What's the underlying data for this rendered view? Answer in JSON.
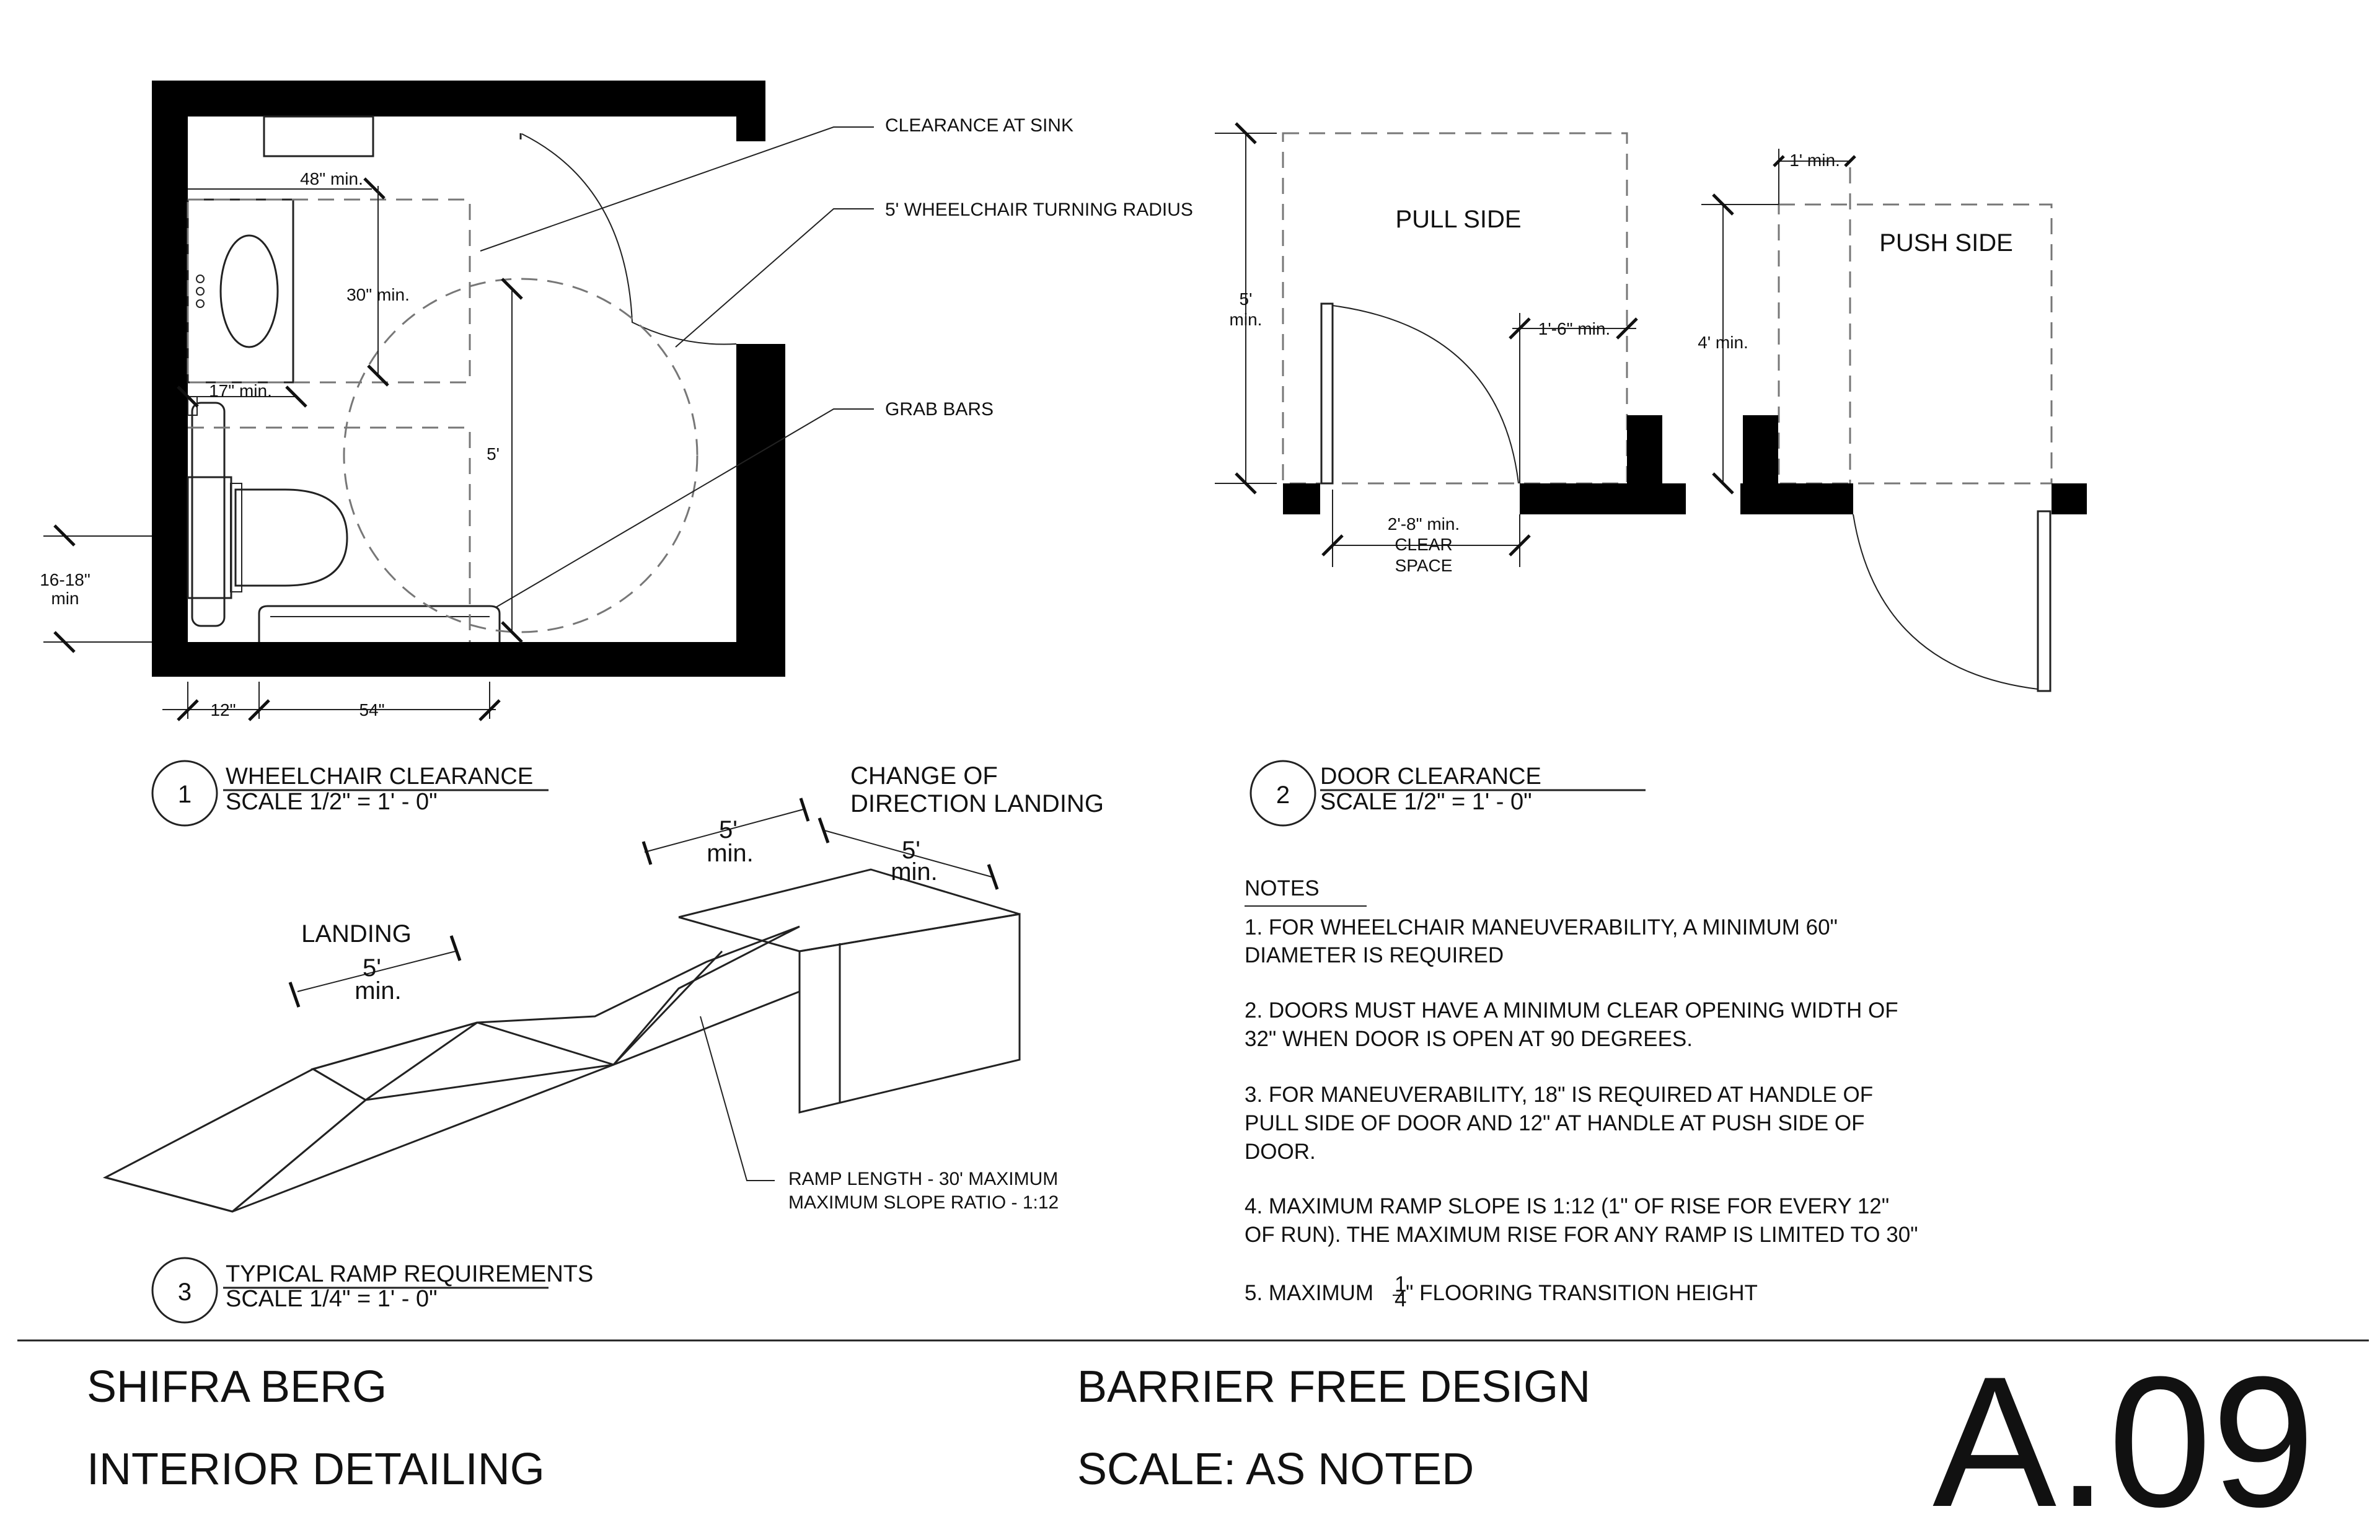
{
  "drawing_title": "BARRIER FREE DESIGN",
  "scale_note": "SCALE: AS NOTED",
  "sheet_number": "A.09",
  "author": "SHIFRA BERG",
  "course": "INTERIOR DETAILING",
  "detail_1": {
    "number": "1",
    "title": "WHEELCHAIR CLEARANCE",
    "scale": "SCALE 1/2\" = 1' - 0\"",
    "callouts": {
      "sink": "CLEARANCE AT SINK",
      "turning": "5' WHEELCHAIR TURNING RADIUS",
      "grab": "GRAB BARS"
    },
    "dims": {
      "w48": "48\" min.",
      "h30": "30\" min.",
      "w17": "17\" min.",
      "five": "5'",
      "side_a": "16-18\"",
      "side_b": "min",
      "b12": "12\"",
      "b54": "54\""
    }
  },
  "detail_2": {
    "number": "2",
    "title": "DOOR CLEARANCE",
    "scale": "SCALE 1/2\" = 1' - 0\"",
    "pull_side": "PULL SIDE",
    "push_side": "PUSH SIDE",
    "dims": {
      "five_a": "5'",
      "five_b": "min.",
      "one_six": "1'-6\" min.",
      "clear_a": "2'-8\" min.",
      "clear_b": "CLEAR",
      "clear_c": "SPACE",
      "four": "4' min.",
      "one": "1' min."
    }
  },
  "detail_3": {
    "number": "3",
    "title": "TYPICAL RAMP REQUIREMENTS",
    "scale": "SCALE 1/4\" = 1' - 0\"",
    "landing": "LANDING",
    "five": "5'",
    "min": "min.",
    "change_a": "CHANGE OF",
    "change_b": "DIRECTION LANDING",
    "ramp_a": "RAMP LENGTH - 30' MAXIMUM",
    "ramp_b": "MAXIMUM SLOPE RATIO - 1:12"
  },
  "notes": {
    "heading": "NOTES",
    "n1a": "1. FOR WHEELCHAIR MANEUVERABILITY, A MINIMUM 60\"",
    "n1b": "DIAMETER IS REQUIRED",
    "n2a": "2. DOORS MUST HAVE A MINIMUM CLEAR OPENING WIDTH OF",
    "n2b": "32\" WHEN DOOR IS OPEN AT 90 DEGREES.",
    "n3a": "3. FOR MANEUVERABILITY, 18\" IS REQUIRED AT HANDLE OF",
    "n3b": "PULL SIDE OF DOOR AND 12\" AT HANDLE AT PUSH SIDE OF",
    "n3c": "DOOR.",
    "n4a": "4. MAXIMUM RAMP SLOPE IS 1:12 (1\" OF RISE FOR EVERY 12\"",
    "n4b": "OF RUN). THE MAXIMUM RISE FOR ANY RAMP IS LIMITED TO 30\"",
    "n5_pre": "5. MAXIMUM ",
    "n5_frac_num": "1",
    "n5_frac_den": "4",
    "n5_post": "\" FLOORING TRANSITION HEIGHT"
  }
}
